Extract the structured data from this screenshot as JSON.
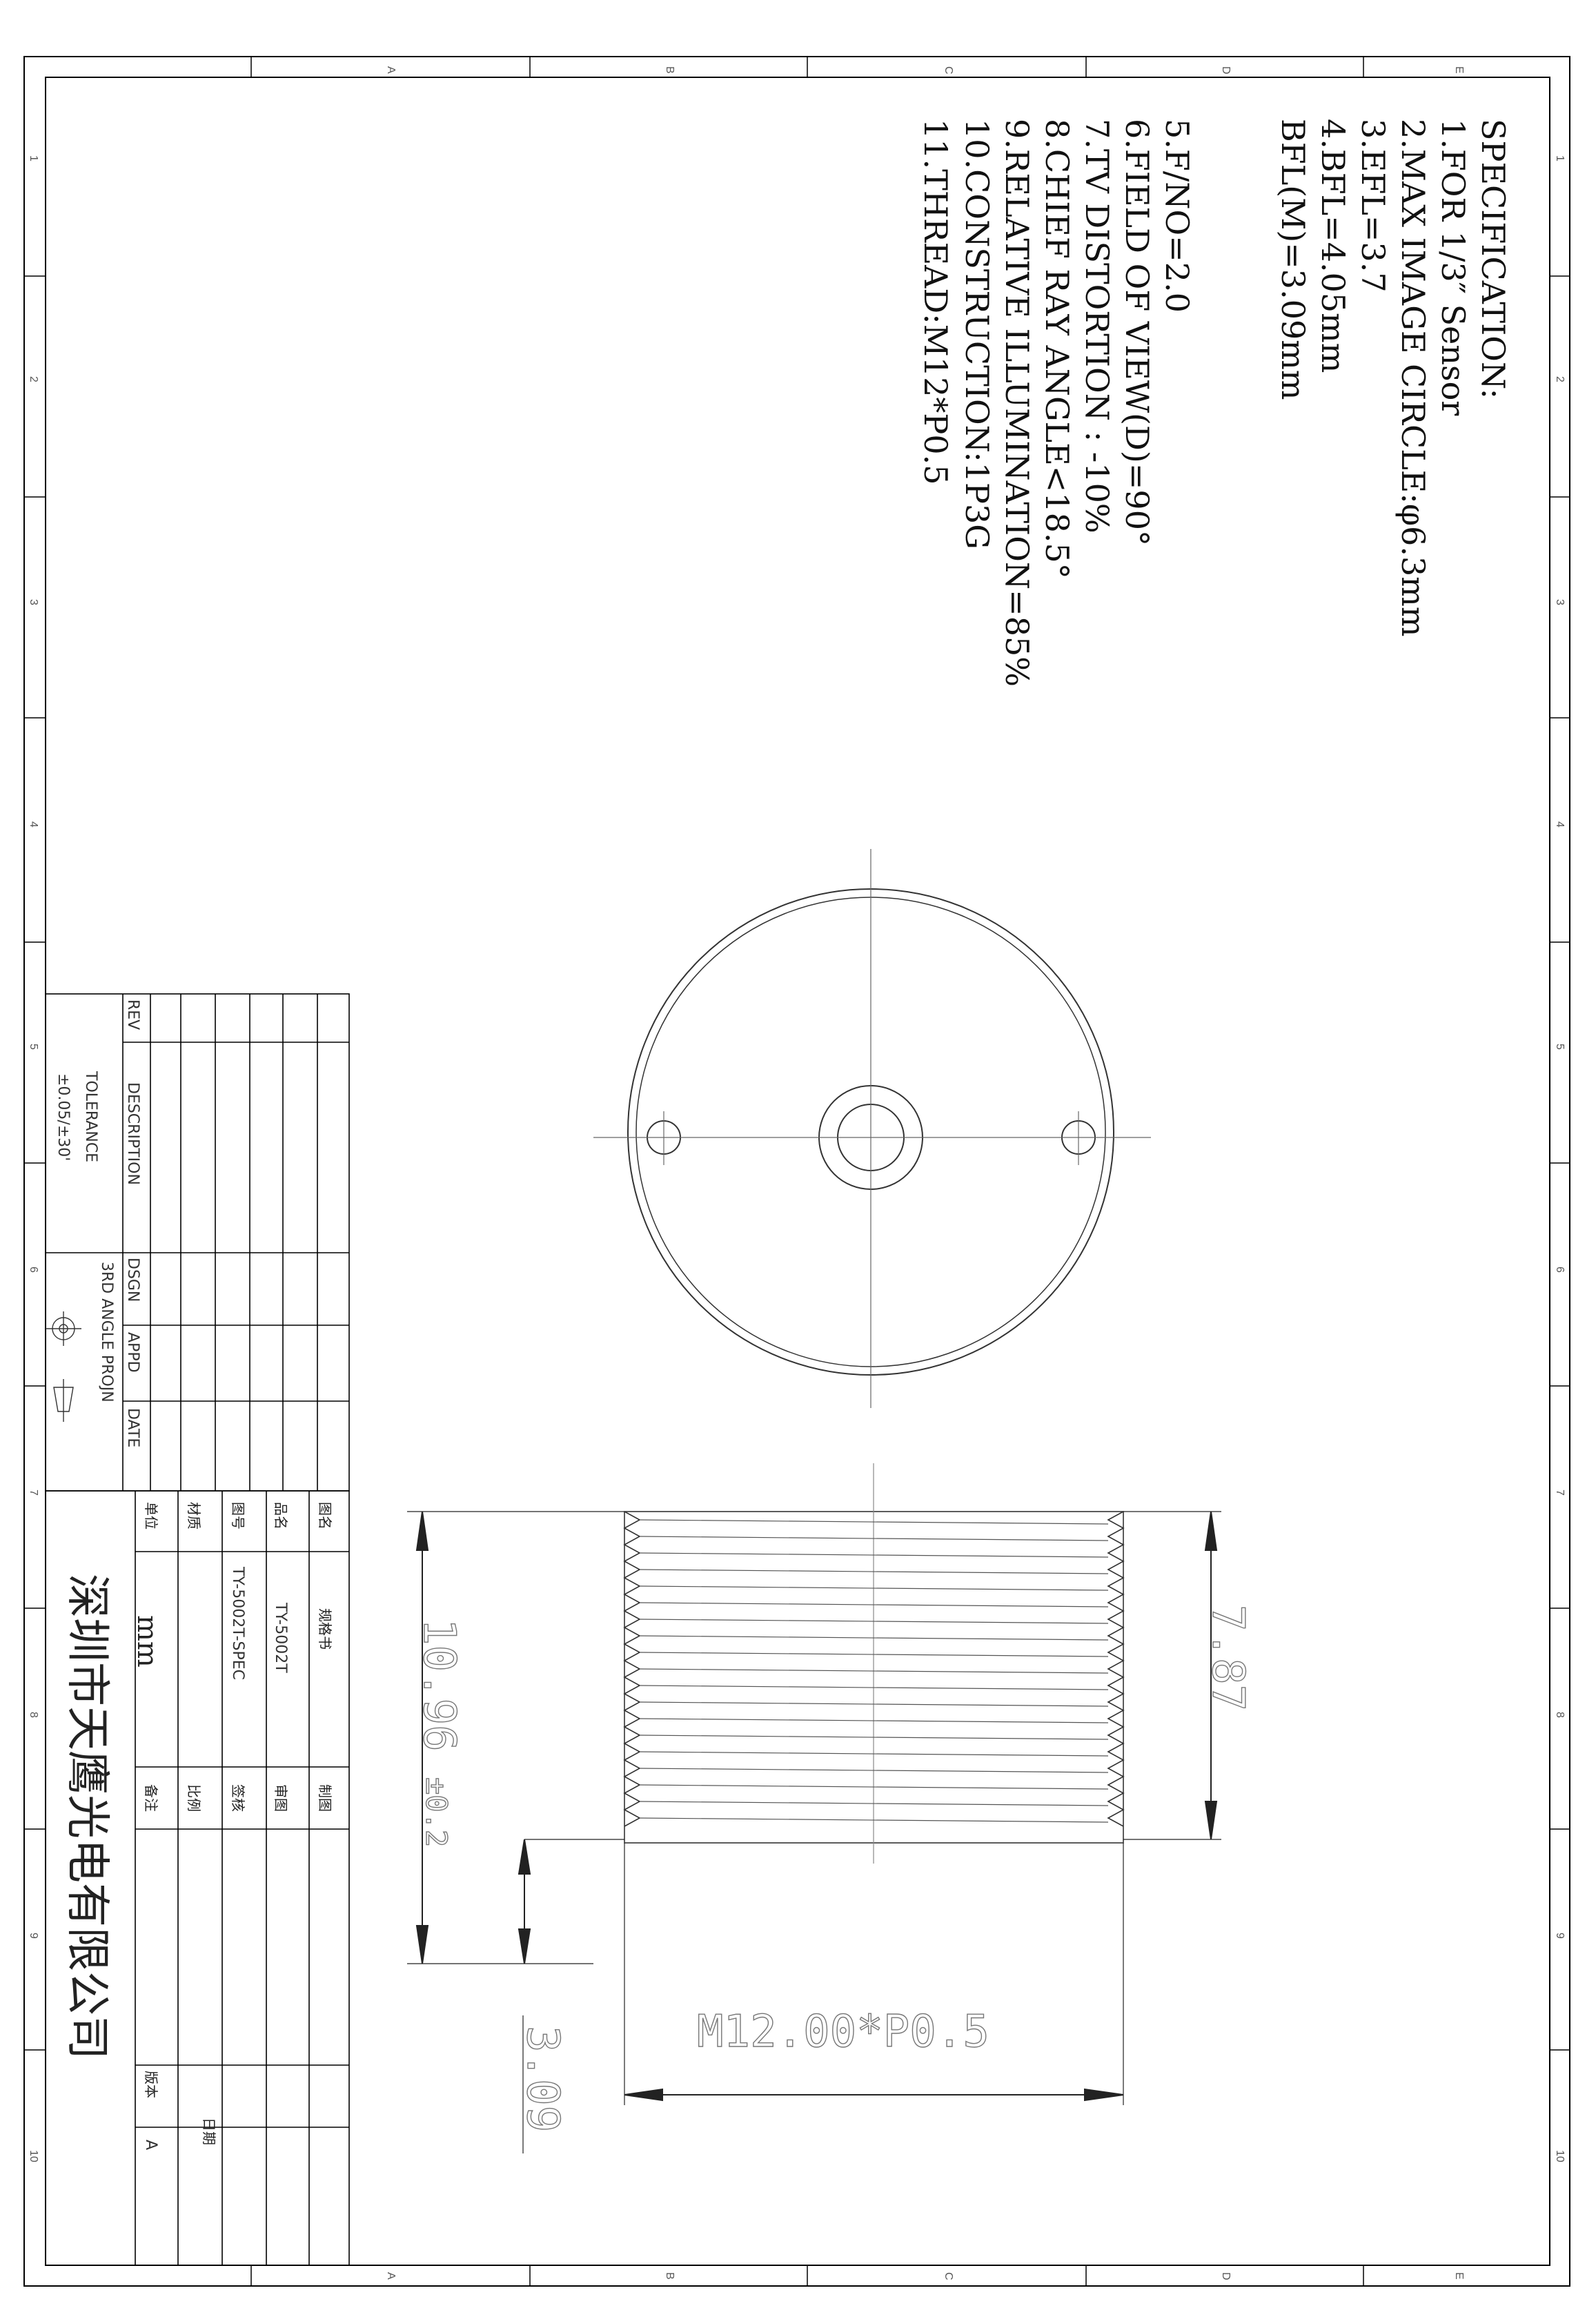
{
  "spec": {
    "title": "SPECIFICATION:",
    "items": [
      "1.FOR 1/3″  Sensor",
      "2.MAX IMAGE CIRCLE:φ6.3mm",
      "3.EFL=3.7",
      "4.BFL=4.05mm",
      "  BFL(M)=3.09mm",
      "5.F/NO=2.0",
      "6.FIELD OF VIEW(D)=90°",
      "7.TV DISTORTION : -10%",
      "8.CHIEF RAY ANGLE<18.5°",
      "9.RELATIVE ILLUMINATION=85%",
      "10.CONSTRUCTION:1P3G",
      "11.THREAD:M12*P0.5"
    ]
  },
  "grid": {
    "letters": [
      "A",
      "B",
      "C",
      "D",
      "E"
    ],
    "numbers": [
      "1",
      "2",
      "3",
      "4",
      "5",
      "6",
      "7",
      "8",
      "9",
      "10"
    ]
  },
  "dimensions": {
    "length_overall": "10.96",
    "length_tol": "±0.2",
    "thread_len": "7.87",
    "bfl": "3.09",
    "thread_spec": "M12.00*P0.5"
  },
  "rev_block": {
    "rev": "REV",
    "description": "DESCRIPTION",
    "dsgn": "DSGN",
    "appd": "APPD",
    "date": "DATE",
    "tolerance_label": "TOLERANCE",
    "tolerance_value": "±0.05/±30'",
    "projection": "3RD ANGLE PROJN"
  },
  "title_block": {
    "label_drawing_name": "图名",
    "value_drawing_name": "规格书",
    "label_product": "品名",
    "value_product": "TY-5002T",
    "label_drawing_no": "图号",
    "value_drawing_no": "TY-5002T-SPEC",
    "label_material": "材质",
    "label_unit": "单位",
    "value_unit": "mm",
    "label_drafted": "制图",
    "label_checked": "审图",
    "label_approved": "签核",
    "label_scale": "比例",
    "label_remarks": "备注",
    "label_date": "日期",
    "label_version": "版本",
    "value_version": "A",
    "company": "深圳市天鹰光电有限公司"
  }
}
